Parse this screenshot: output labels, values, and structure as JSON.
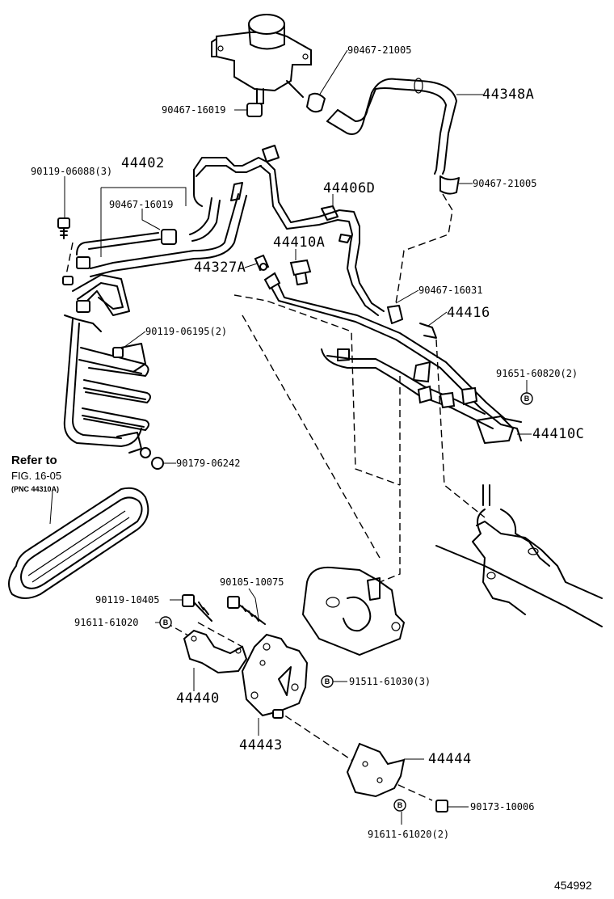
{
  "diagram_id": "454992",
  "reference": {
    "line1": "Refer to",
    "line2": "FIG. 16-05",
    "line3": "(PNC 44310A)"
  },
  "badge_letter": "B",
  "parts": [
    {
      "id": "p1",
      "number": "90467-21005"
    },
    {
      "id": "p2",
      "number": "44348A"
    },
    {
      "id": "p3",
      "number": "90467-16019"
    },
    {
      "id": "p4",
      "number": "90119-06088(3)"
    },
    {
      "id": "p5",
      "number": "44402"
    },
    {
      "id": "p6",
      "number": "90467-16019"
    },
    {
      "id": "p7",
      "number": "90467-21005"
    },
    {
      "id": "p8",
      "number": "44406D"
    },
    {
      "id": "p9",
      "number": "44410A"
    },
    {
      "id": "p10",
      "number": "44327A"
    },
    {
      "id": "p11",
      "number": "90467-16031"
    },
    {
      "id": "p12",
      "number": "44416"
    },
    {
      "id": "p13",
      "number": "90119-06195(2)"
    },
    {
      "id": "p14",
      "number": "91651-60820(2)"
    },
    {
      "id": "p15",
      "number": "44410C"
    },
    {
      "id": "p16",
      "number": "90179-06242"
    },
    {
      "id": "p17",
      "number": "90105-10075"
    },
    {
      "id": "p18",
      "number": "90119-10405"
    },
    {
      "id": "p19",
      "number": "91611-61020"
    },
    {
      "id": "p20",
      "number": "91511-61030(3)"
    },
    {
      "id": "p21",
      "number": "44440"
    },
    {
      "id": "p22",
      "number": "44443"
    },
    {
      "id": "p23",
      "number": "44444"
    },
    {
      "id": "p24",
      "number": "90173-10006"
    },
    {
      "id": "p25",
      "number": "91611-61020(2)"
    }
  ]
}
